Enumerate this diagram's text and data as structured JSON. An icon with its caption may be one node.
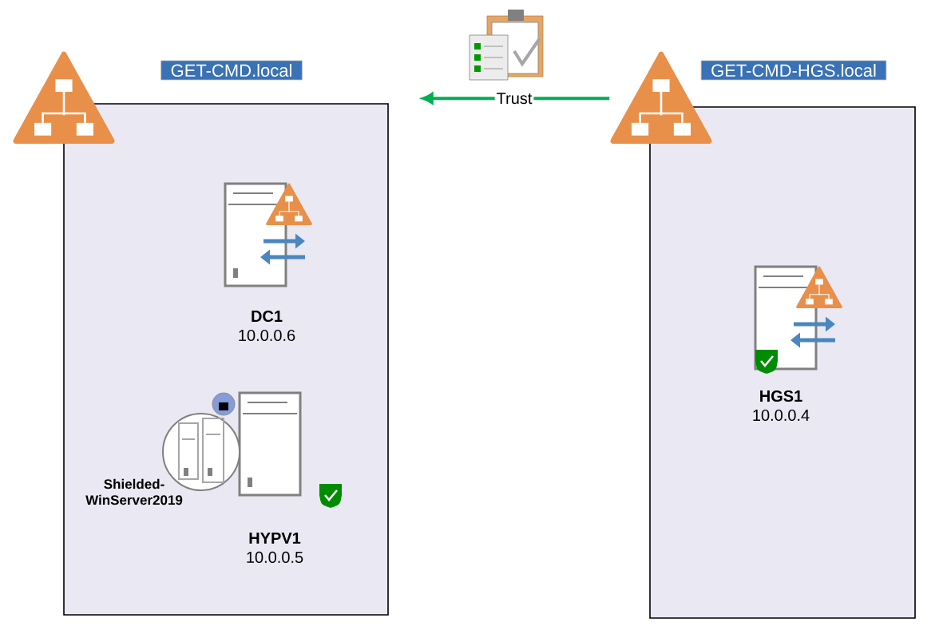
{
  "diagram": {
    "nodes": [
      {
        "text": [
          "GET-CMD.local"
        ]
      },
      {
        "text": [
          "DC1",
          "10.0.0.6"
        ],
        "in": 0
      },
      {
        "text": [
          "HYPV1",
          "10.0.0.5"
        ],
        "in": 0
      },
      {
        "text": [
          "GET-CMD-HGS.local"
        ]
      },
      {
        "text": [
          "HGS1",
          "10.0.0.4"
        ],
        "in": 3
      }
    ],
    "edges": [
      {
        "from": 3,
        "to": 0,
        "arrow": "to",
        "label": "Trust",
        "color": "#00b050"
      }
    ],
    "labels": [
      "Shielded-WinServer2019"
    ]
  }
}
